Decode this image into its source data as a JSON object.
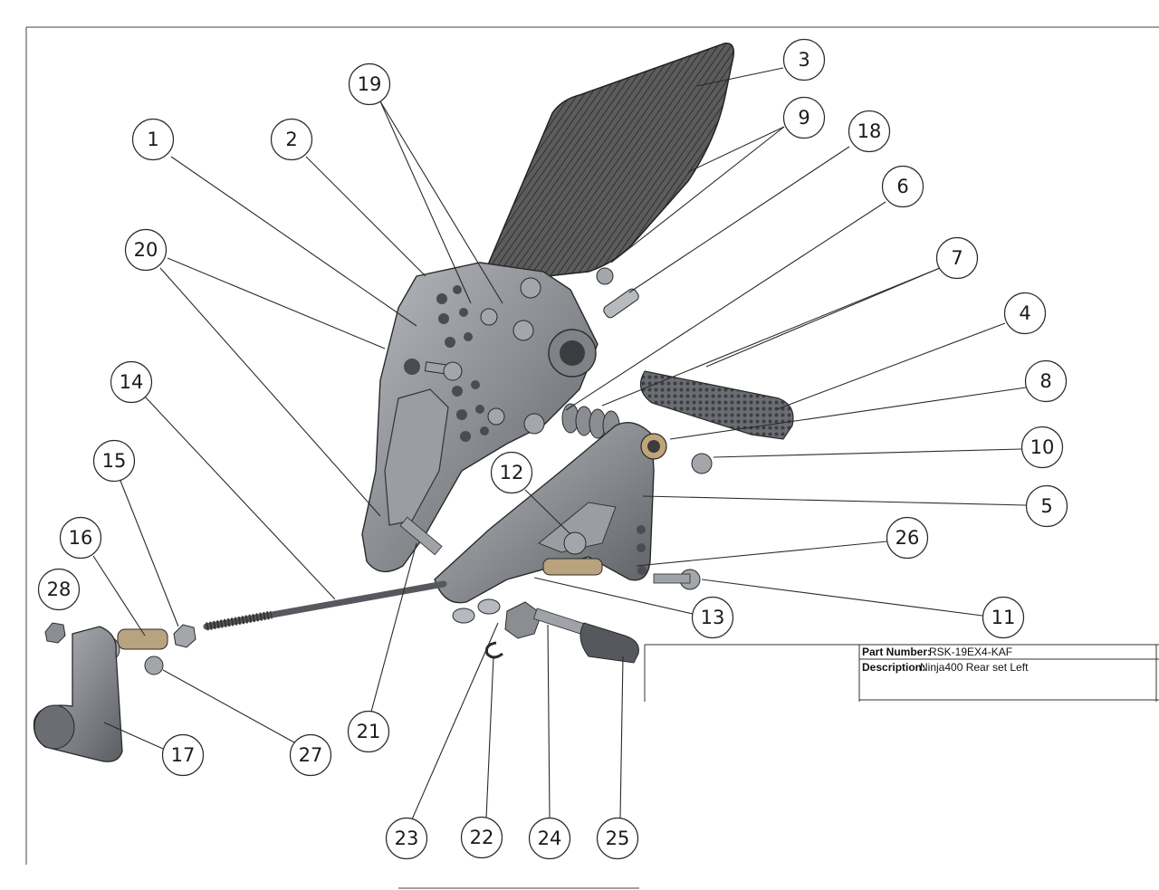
{
  "balloons": [
    "1",
    "2",
    "3",
    "4",
    "5",
    "6",
    "7",
    "8",
    "9",
    "10",
    "11",
    "12",
    "13",
    "14",
    "15",
    "16",
    "17",
    "18",
    "19",
    "20",
    "21",
    "22",
    "23",
    "24",
    "25",
    "26",
    "27",
    "28"
  ],
  "title_block": {
    "part_number_label": "Part Number:",
    "part_number_value": "RSK-19EX4-KAF",
    "description_label": "Description:",
    "description_value": "Ninja400 Rear set Left"
  },
  "colors": {
    "line": "#2a2a2a",
    "part_metal": "#8c8f94",
    "part_dark": "#4a4c50",
    "carbon": "#5a5a5a",
    "paper": "#ffffff"
  }
}
